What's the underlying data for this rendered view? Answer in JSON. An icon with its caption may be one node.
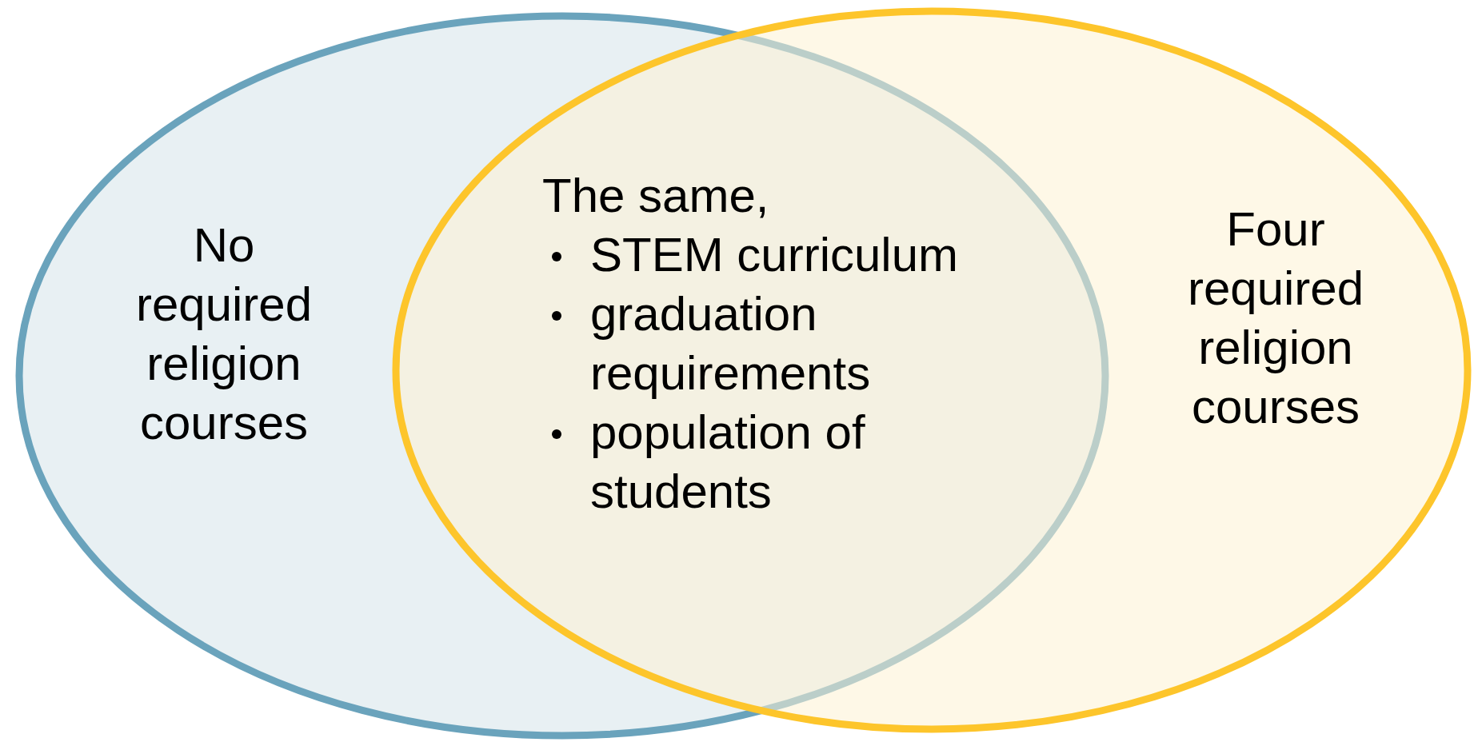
{
  "diagram": {
    "nodes": [
      {
        "text": [
          "No required religion courses"
        ]
      },
      {
        "text": [
          "Four required religion courses"
        ]
      }
    ],
    "labels": [
      "The same,",
      "STEM curriculum",
      "graduation requirements",
      "population of students"
    ]
  }
}
